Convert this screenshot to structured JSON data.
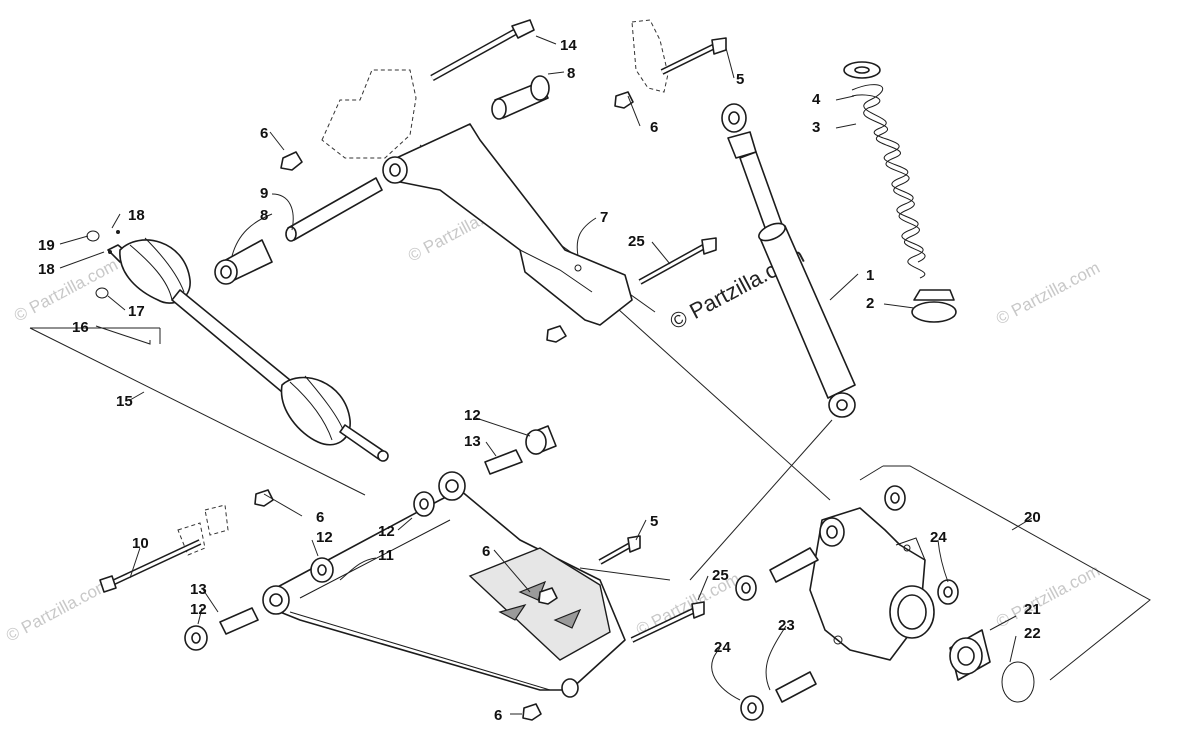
{
  "watermark": {
    "main_text": "© Partzilla.com",
    "faint_text": "© Partzilla.com"
  },
  "callouts": {
    "c1": "1",
    "c2": "2",
    "c3": "3",
    "c4": "4",
    "c5a": "5",
    "c5b": "5",
    "c6a": "6",
    "c6b": "6",
    "c6c": "6",
    "c6d": "6",
    "c6e": "6",
    "c7": "7",
    "c8a": "8",
    "c8b": "8",
    "c9": "9",
    "c10": "10",
    "c11": "11",
    "c12a": "12",
    "c12b": "12",
    "c12c": "12",
    "c12d": "12",
    "c13a": "13",
    "c13b": "13",
    "c14": "14",
    "c15": "15",
    "c16": "16",
    "c17": "17",
    "c18a": "18",
    "c18b": "18",
    "c19": "19",
    "c20": "20",
    "c21": "21",
    "c22": "22",
    "c23": "23",
    "c24a": "24",
    "c24b": "24",
    "c25a": "25",
    "c25b": "25"
  }
}
